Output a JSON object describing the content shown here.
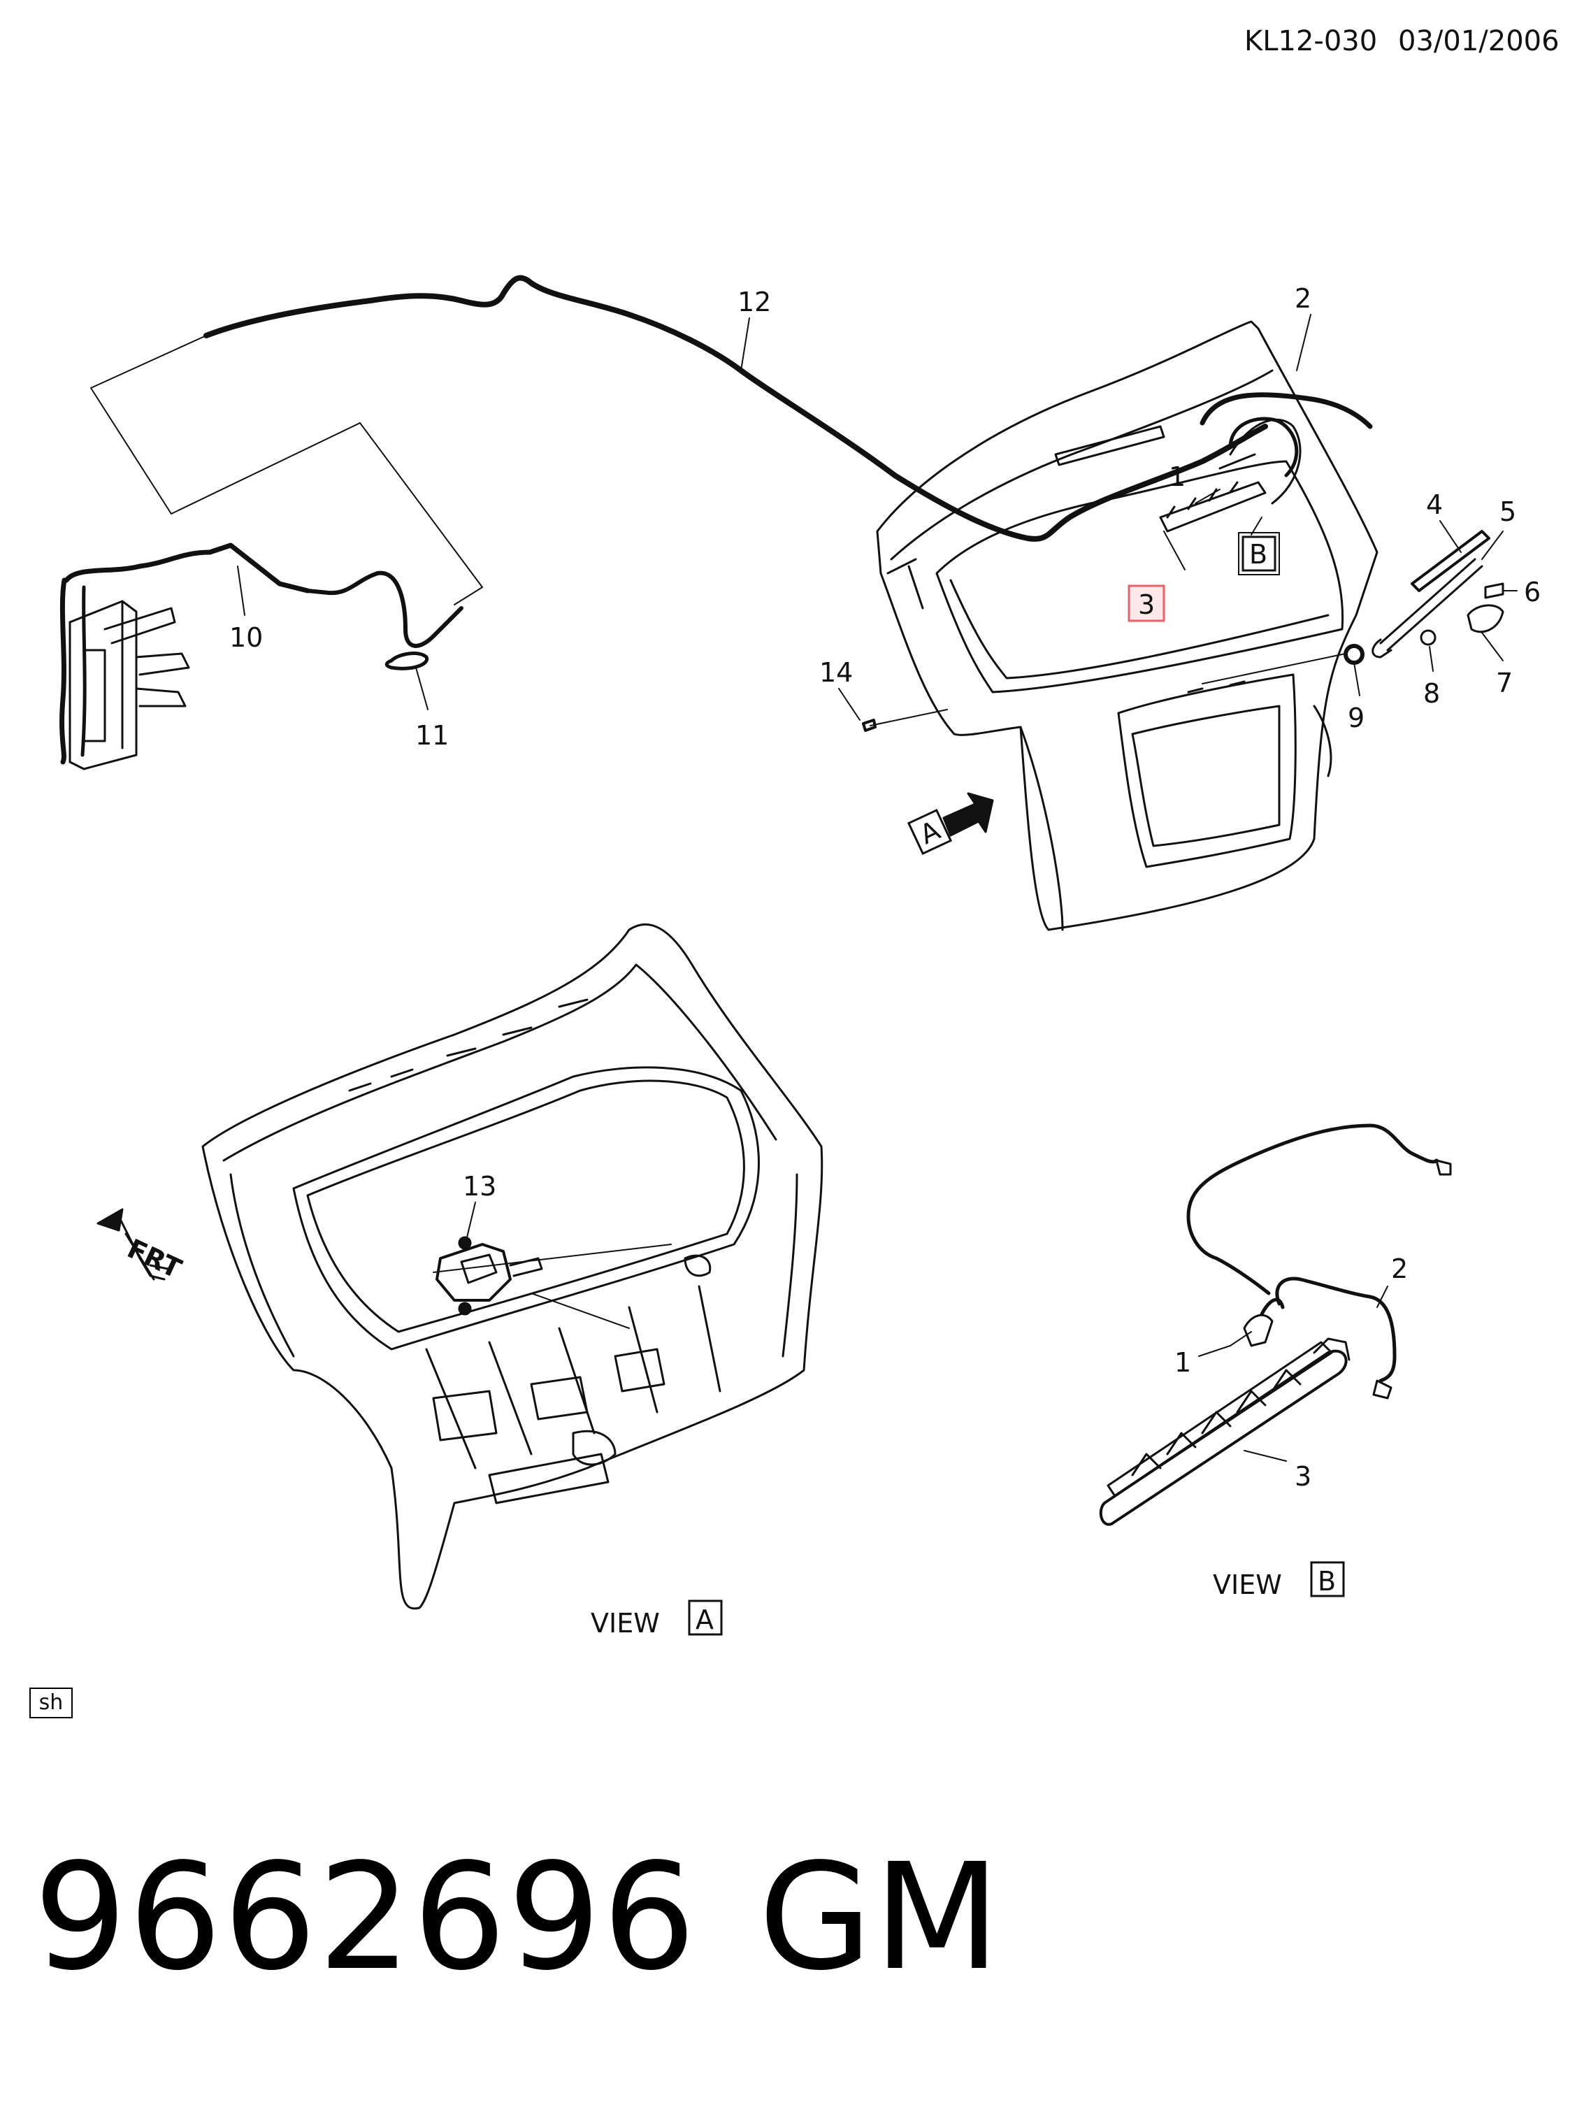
{
  "header": {
    "ref_code": "KL12-030",
    "date": "03/01/2006"
  },
  "callouts": {
    "c1_top": "1",
    "c2_top": "2",
    "c3_top": "3",
    "c4": "4",
    "c5": "5",
    "c6": "6",
    "c7": "7",
    "c8": "8",
    "c9": "9",
    "c10": "10",
    "c11": "11",
    "c12": "12",
    "c13": "13",
    "c14": "14",
    "c1_viewb": "1",
    "c2_viewb": "2",
    "c3_viewb": "3"
  },
  "view_markers": {
    "a_box": "A",
    "b_box": "B"
  },
  "views": {
    "view_word_a": "VIEW",
    "view_box_a": "A",
    "view_word_b": "VIEW",
    "view_box_b": "B"
  },
  "frt_label": "FRT",
  "sh_label": "sh",
  "part_number": "9662696",
  "brand": "GM",
  "colors": {
    "ink": "#111111",
    "highlight": "#e8606a",
    "highlight_fill": "#fde8ea"
  }
}
